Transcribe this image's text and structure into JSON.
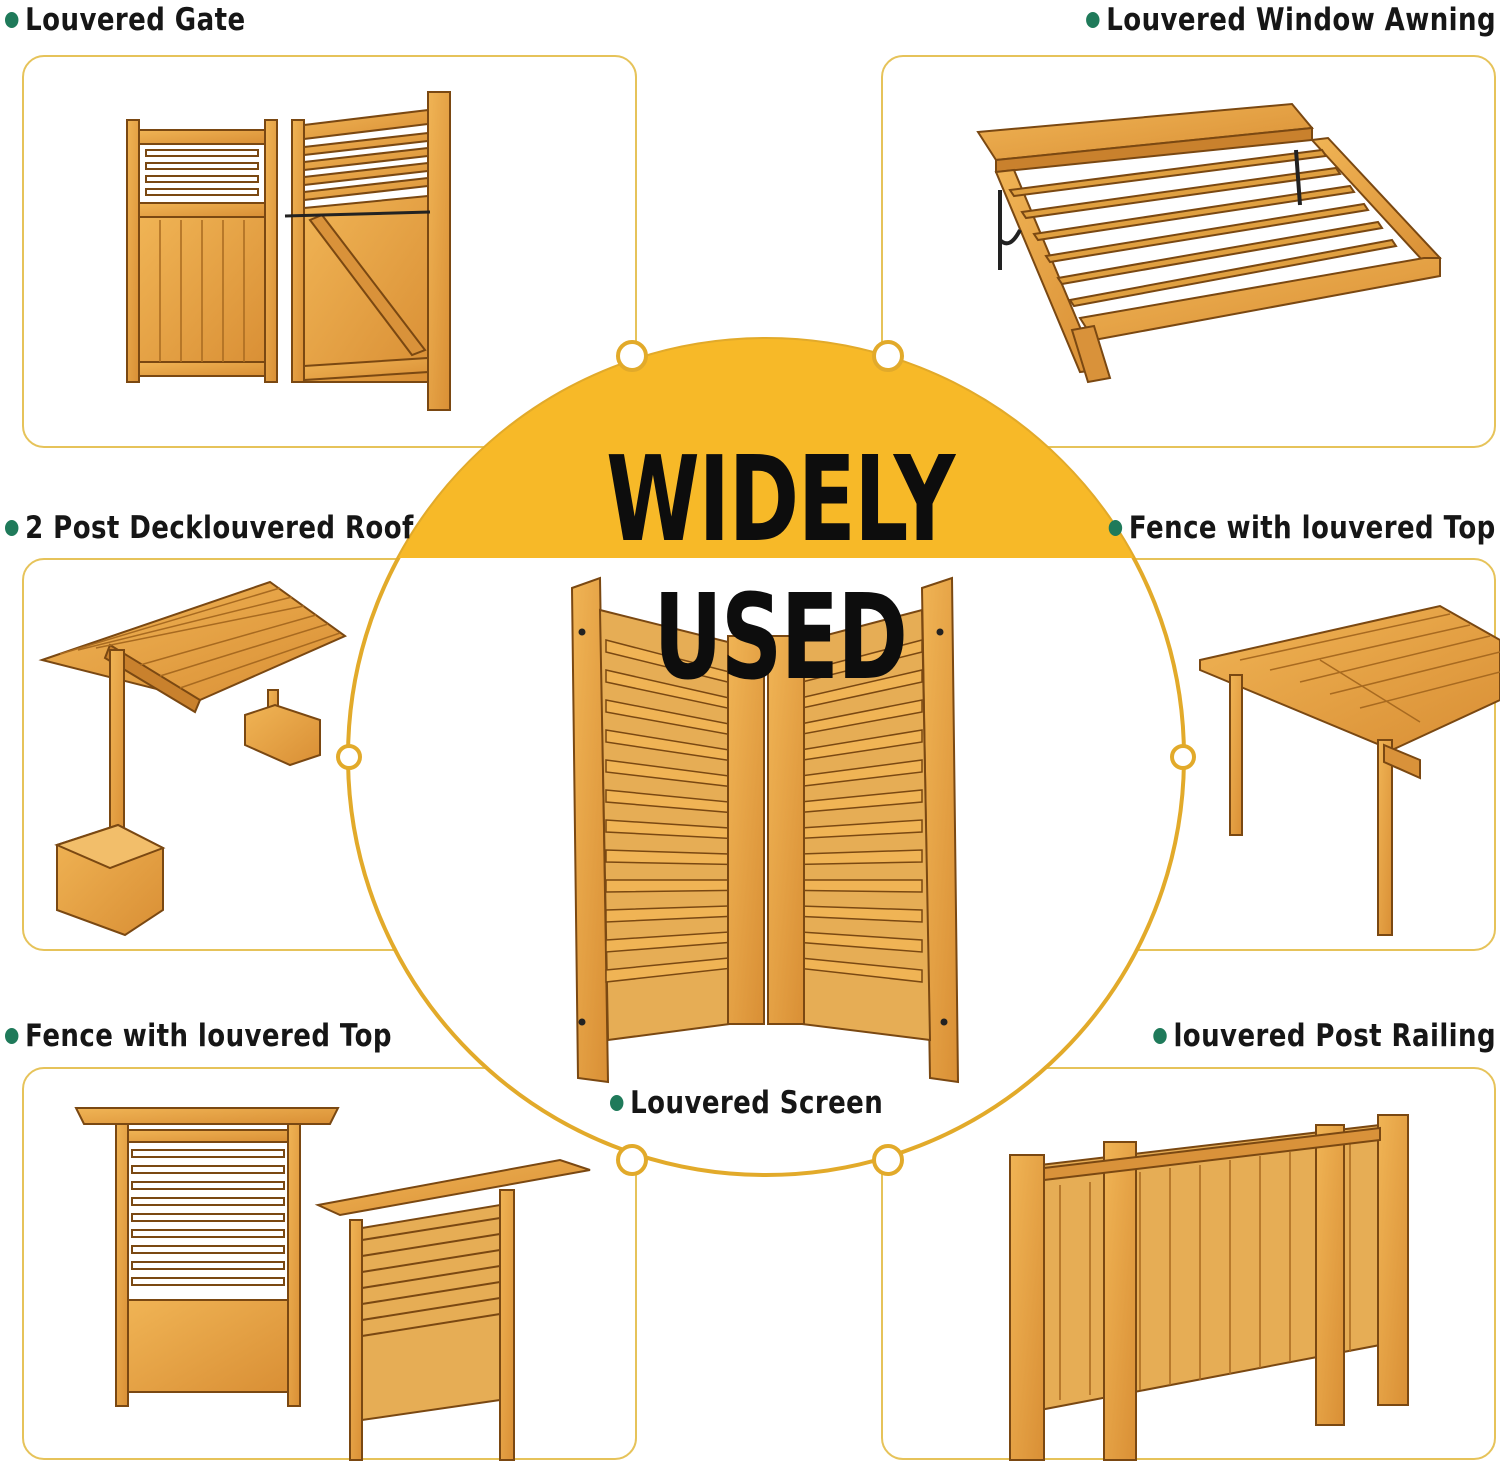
{
  "headline": "WIDELY USED",
  "colors": {
    "accent": "#f7b928",
    "ring": "#e2aa2a",
    "bullet": "#1f7a5a",
    "wood": "#e8a443",
    "wood_dark": "#b56e1d"
  },
  "items": {
    "top_left": "Louvered Gate",
    "top_right": "Louvered Window Awning",
    "mid_left": "2 Post Decklouvered Roof",
    "mid_right": "Fence with louvered Top",
    "bottom_left": "Fence with louvered Top",
    "bottom_right": "louvered Post Railing",
    "center": "Louvered Screen"
  }
}
